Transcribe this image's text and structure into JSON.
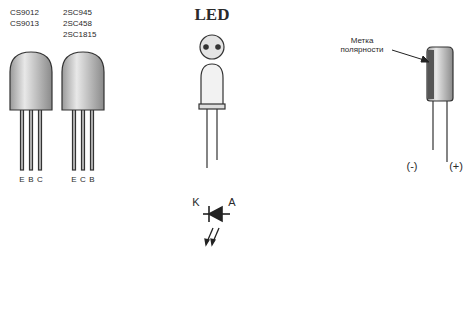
{
  "diagram": {
    "labels": [
      "CS9012",
      "CS9013",
      "2SC945",
      "2SC458",
      "2SC1815",
      "E",
      "B",
      "C",
      "E",
      "C",
      "B",
      "LED",
      "K",
      "A",
      "Метка полярности",
      "(-)",
      "(+)"
    ]
  }
}
